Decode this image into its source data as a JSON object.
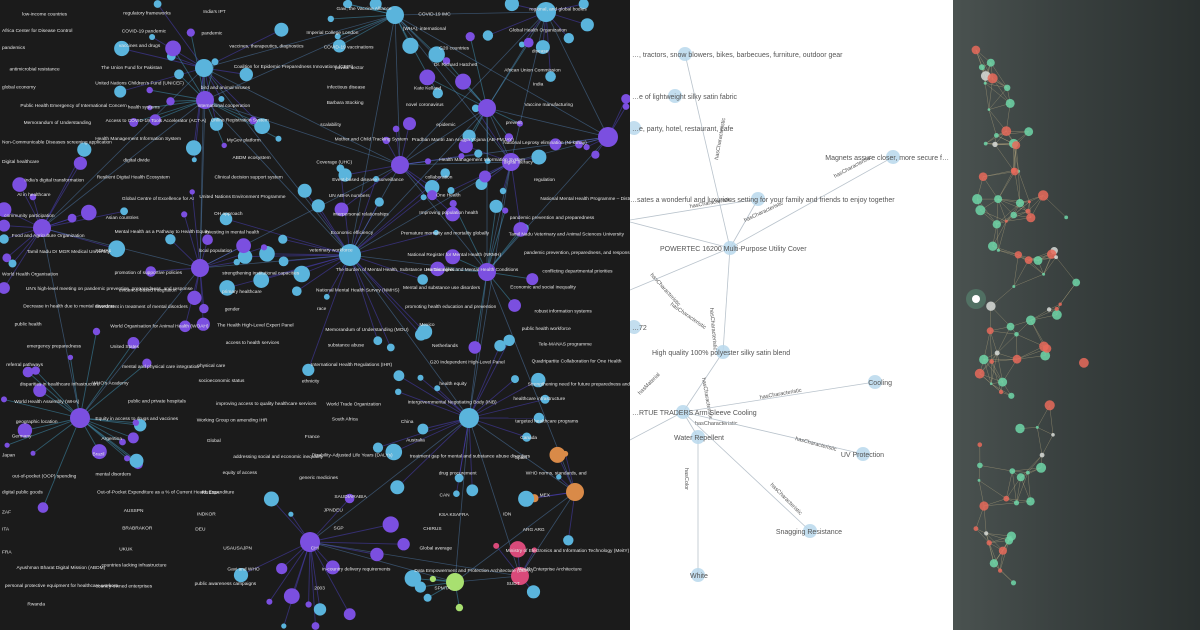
{
  "colors": {
    "left_bg": "#1b1b1b",
    "blue_node": "#5ab4dc",
    "purple_node": "#7b4fe0",
    "green_node": "#a8e070",
    "orange_node": "#d98a48",
    "pink_node": "#d94a7a",
    "mid_node": "#b8d8ec",
    "mid_edge": "#b9c3cc",
    "right_green": "#6fd6a8",
    "right_red": "#e86a5a"
  },
  "left": {
    "labels": [
      "low-income countries",
      "regulatory frameworks",
      "India's IPT",
      "Gavi, the Vaccine Alliance",
      "COVID-19 IMC",
      "regional, and global bodies",
      "Africa Center for Disease Control",
      "COVID-19 pandemic",
      "pandemic",
      "Imperial College London",
      "(WHA), international",
      "Global Health Organization",
      "pandemics",
      "vaccines and drugs",
      "vaccines, therapeutics, diagnostics",
      "COVID-19 vaccinations",
      "G20 countries",
      "disease",
      "antimicrobial resistance",
      "The Union Fund for Pakistan",
      "Coalition for Epidemic Preparedness Innovations (CEPI)",
      "private sector",
      "Dr. Richard Hatchett",
      "African Union Commission",
      "global economy",
      "United Nations Children's Fund (UNICEF)",
      "bird and animal viruses",
      "infectious disease",
      "Kate Kelland",
      "India",
      "Public Health Emergency of International Concern",
      "health systems",
      "international cooperation",
      "Barbara Stocking",
      "novel coronavirus",
      "Vaccine manufacturing",
      "Memorandum of Understanding",
      "Access to COVID-19 Tools Accelerator (ACT-A)",
      "Online Registration System",
      "scalability",
      "epidemic",
      "prevent",
      "Non-Communicable Diseases screening application",
      "Health Management Information System",
      "MyGov platform",
      "Mother and Child Tracking System",
      "Pradhan Mantri Jan Arogya Yojana (AB-PMJAY)",
      "National Leprosy elimination (Ni-kshay)",
      "Digital healthcare",
      "digital divide",
      "ABDM ecosystem",
      "Coverage (UHC)",
      "Health Management Information System",
      "digital literacy",
      "India's digital transformation",
      "Resilient Digital Health Ecosystem",
      "Clinical decision support system",
      "Event-based disease surveillance",
      "collaboration",
      "regulation",
      "AI in healthcare",
      "Global Centre of Excellence for AI",
      "United Nations Environment Programme",
      "UN ABHA numbers",
      "One Health",
      "National Mental Health Programme – District Mental Health Program",
      "community participation",
      "Asian countries",
      "OH approach",
      "interpersonal relationships",
      "Improving population health",
      "pandemic prevention and preparedness",
      "Food and Agriculture Organization",
      "Mental Health as a Pathway to Health Equity",
      "Investing in mental health",
      "Economic efficiency",
      "Premature mortality and mortality globally",
      "Tamil Nadu Veterinary and Animal Sciences University",
      "Tamil Nadu Dr MGR Medical University",
      "ADHAs",
      "local population",
      "veterinary workforce",
      "National Register for Mental Health (NRMH)",
      "pandemic prevention, preparedness, and response",
      "World Health Organisation",
      "promotion of supportive policies",
      "strengthening institutional capacities",
      "The Burden of Mental Health, Substance Use Disorders and Mental Health Conditions",
      "Human rights",
      "conflicting departmental priorities",
      "UN's high-level meeting on pandemic prevention, preparedness, and response",
      "evidence-based integration",
      "primary healthcare",
      "National Mental Health Survey (NMHS)",
      "Mental and substance use disorders",
      "Economic and social inequality",
      "Decrease in health due to mental disorders",
      "Investment in treatment of mental disorders",
      "gender",
      "race",
      "promoting health education and prevention",
      "robust information systems",
      "public health",
      "World Organisation for Animal Health (WOAH)",
      "The Health High-Level Expert Panel",
      "Memorandum of Understanding (MOU)",
      "Mexico",
      "public health workforce",
      "emergency preparedness",
      "United States",
      "access to health services",
      "substance abuse",
      "Netherlands",
      "Tele-MANAS programme",
      "referral pathways",
      "mental and physical care integration",
      "physical care",
      "International Health Regulations (IHR)",
      "G20 Independent High-Level Panel",
      "Quadripartite Collaboration for One Health",
      "disparities in healthcare infrastructure",
      "WHO's Academy",
      "socioeconomic status",
      "ethnicity",
      "health equity",
      "Strengthening need for future preparedness and response to pandemics",
      "World Health Assembly (WHA)",
      "public and private hospitals",
      "improving access to quality healthcare services",
      "World Trade Organization",
      "Intergovernmental Negotiating Body (INB)",
      "healthcare infrastructure",
      "geographic location",
      "Equity in access to drugs and vaccines",
      "Working Group on amending IHR",
      "South Africa",
      "China",
      "targeted healthcare programs",
      "Germany",
      "Argentina",
      "Global",
      "France",
      "Australia",
      "Canada",
      "Japan",
      "Brazil",
      "addressing social and economic inequality",
      "Disability-Adjusted Life Years (DALYs)",
      "treatment gap for mental and substance abuse disorders",
      "Spain",
      "out-of-pocket (OOP) spending",
      "mental disorders",
      "equity of access",
      "generic medicines",
      "drug procurement",
      "WHO norms, standards, and",
      "digital public goods",
      "Out-of-Pocket Expenditure as a % of Current Health Expenditure",
      "RUSSIA",
      "SAUDIARABIA",
      "CAN",
      "MEX",
      "ZAF",
      "AUSSPN",
      "INDKOR",
      "JPNDEU",
      "KSA KSAFRA",
      "IDN",
      "ITA",
      "BRABRAKOR",
      "DEU",
      "SGP",
      "CHIRUS",
      "ARG ARG",
      "FRA",
      "UKUK",
      "USAUSAJPN",
      "CHI",
      "Global average",
      "Ministry of Electronics and Information Technology (MeitY)",
      "Ayushman Bharat Digital Mission (ABDM)",
      "countries lacking infrastructure",
      "Gavi and WHO",
      "in-country delivery requirements",
      "Data Empowerment and Protection Architecture (DEPA)",
      "Health Enterprise Architecture",
      "personal protective equipment for healthcare workers",
      "country-owned enterprises",
      "public awareness campaigns",
      "2003",
      "SPMTA",
      "SUDT",
      "Rwanda"
    ]
  },
  "middle": {
    "nodes": [
      "…, tractors, snow blowers, bikes, barbecues, furniture, outdoor gear",
      "…e of lightweight silky satin fabric",
      "…e, party, hotel, restaurant, cafe",
      "Magnets assure closer, more secure f…",
      "…sates a wonderful and luxurious setting for your family and friends to enjoy together",
      "POWERTEC 16200 Multi-Purpose Utility Cover",
      "High quality 100% polyester silky satin blend",
      "Cooling",
      "…RTUE TRADERS Arm Sleeve Cooling",
      "Water Repellent",
      "UV Protection",
      "Snagging Resistance",
      "White",
      "…72"
    ],
    "edge_labels": [
      "hasCharacteristic",
      "hasCharacteristic",
      "hasCharacteristic",
      "hasCharacteristic",
      "hasCharacteristic",
      "hasCharacteristic",
      "hasCharacteristic",
      "hasCharacteristic",
      "hasCharacteristic",
      "hasCharacteristic",
      "hasCharacteristic",
      "hasCharacteristic",
      "hasColor",
      "hasMaterial"
    ]
  }
}
